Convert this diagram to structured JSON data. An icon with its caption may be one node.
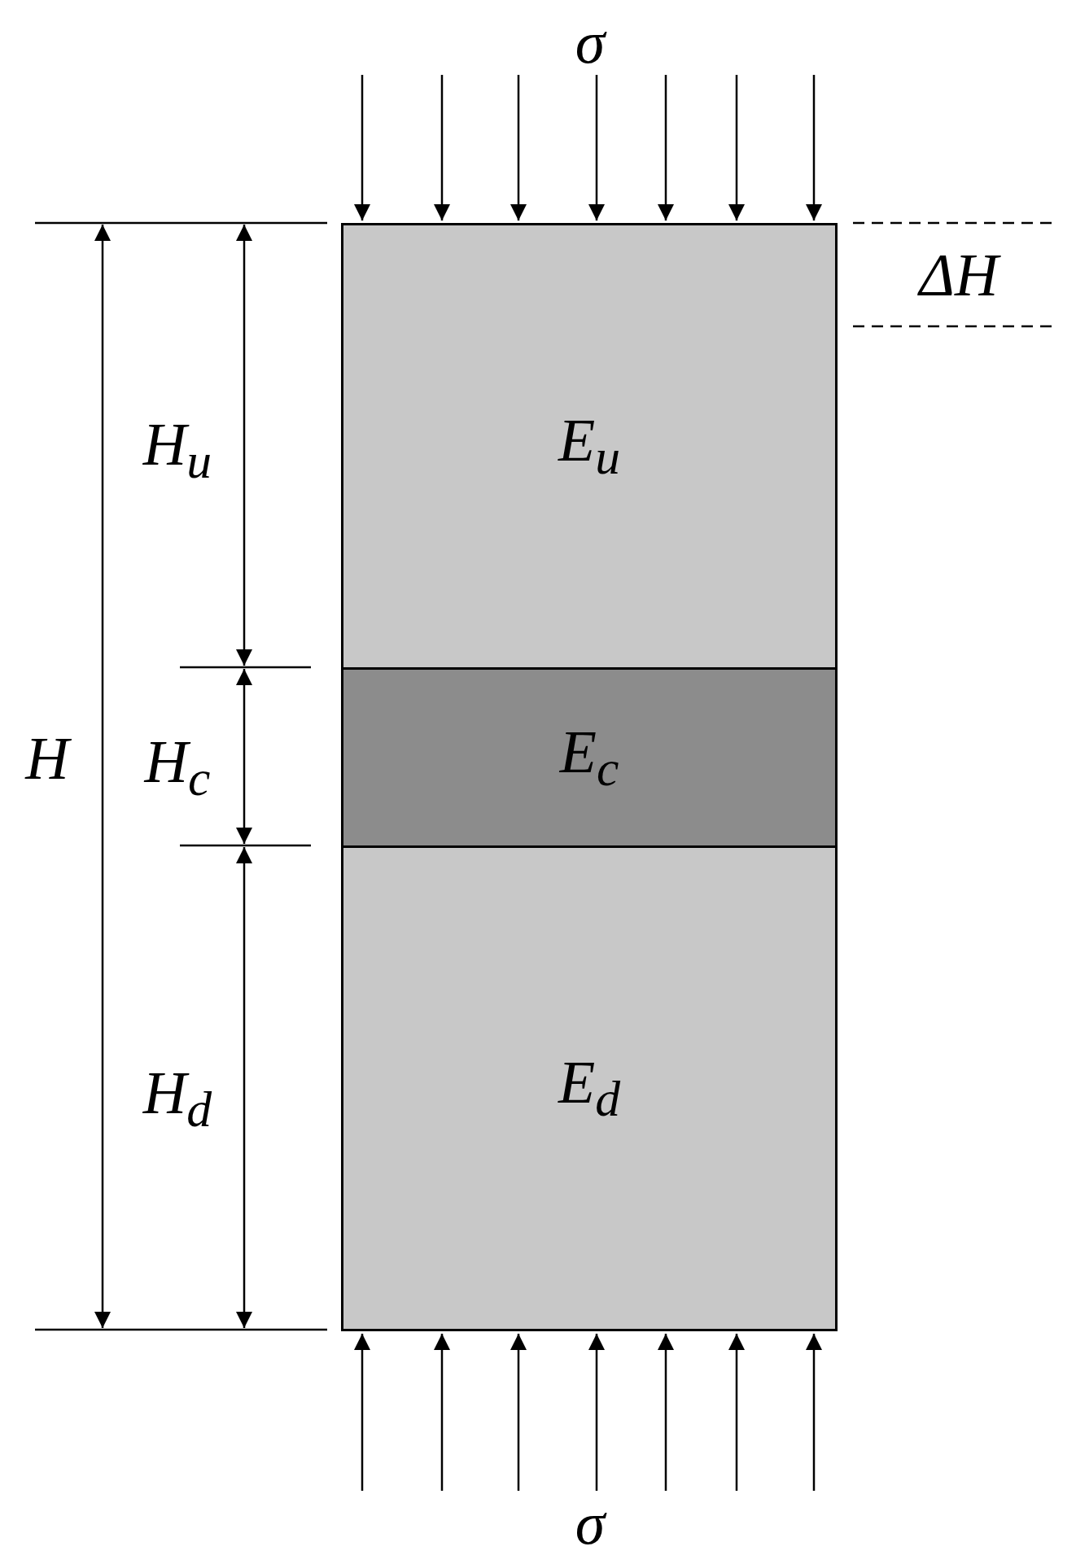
{
  "diagram": {
    "nodes": [
      {
        "text": [
          "E$_{u}$"
        ]
      },
      {
        "text": [
          "E$_{c}$"
        ]
      },
      {
        "text": [
          "E$_{d}$"
        ]
      }
    ],
    "labels": [
      "σ",
      "ΔH",
      "H$_{u}$",
      "H",
      "H$_{c}$",
      "H$_{d}$",
      "σ"
    ]
  }
}
